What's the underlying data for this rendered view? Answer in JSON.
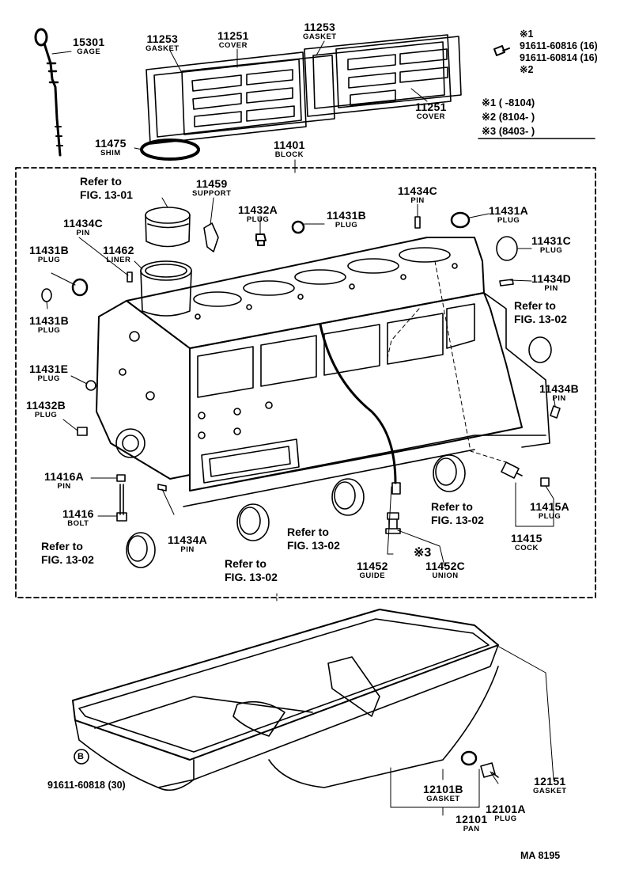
{
  "diagram": {
    "parts": {
      "p15301": {
        "number": "15301",
        "name": "GAGE"
      },
      "p11253a": {
        "number": "11253",
        "name": "GASKET"
      },
      "p11251a": {
        "number": "11251",
        "name": "COVER"
      },
      "p11253b": {
        "number": "11253",
        "name": "GASKET"
      },
      "p11251b": {
        "number": "11251",
        "name": "COVER"
      },
      "p11475": {
        "number": "11475",
        "name": "SHIM"
      },
      "p11401": {
        "number": "11401",
        "name": "BLOCK"
      },
      "p11459": {
        "number": "11459",
        "name": "SUPPORT"
      },
      "p11434c_a": {
        "number": "11434C",
        "name": "PIN"
      },
      "p11432a": {
        "number": "11432A",
        "name": "PLUG"
      },
      "p11431b_a": {
        "number": "11431B",
        "name": "PLUG"
      },
      "p11434c_b": {
        "number": "11434C",
        "name": "PIN"
      },
      "p11431a": {
        "number": "11431A",
        "name": "PLUG"
      },
      "p11462": {
        "number": "11462",
        "name": "LINER"
      },
      "p11431b_b": {
        "number": "11431B",
        "name": "PLUG"
      },
      "p11431c": {
        "number": "11431C",
        "name": "PLUG"
      },
      "p11434d": {
        "number": "11434D",
        "name": "PIN"
      },
      "p11431b_c": {
        "number": "11431B",
        "name": "PLUG"
      },
      "p11431e": {
        "number": "11431E",
        "name": "PLUG"
      },
      "p11434b": {
        "number": "11434B",
        "name": "PIN"
      },
      "p11432b": {
        "number": "11432B",
        "name": "PLUG"
      },
      "p11416a": {
        "number": "11416A",
        "name": "PIN"
      },
      "p11416": {
        "number": "11416",
        "name": "BOLT"
      },
      "p11434a": {
        "number": "11434A",
        "name": "PIN"
      },
      "p11415a": {
        "number": "11415A",
        "name": "PLUG"
      },
      "p11415": {
        "number": "11415",
        "name": "COCK"
      },
      "p11452": {
        "number": "11452",
        "name": "GUIDE"
      },
      "p11452c": {
        "number": "11452C",
        "name": "UNION"
      },
      "p12151": {
        "number": "12151",
        "name": "GASKET"
      },
      "p12101b": {
        "number": "12101B",
        "name": "GASKET"
      },
      "p12101a": {
        "number": "12101A",
        "name": "PLUG"
      },
      "p12101": {
        "number": "12101",
        "name": "PAN"
      }
    },
    "refs": {
      "r1": {
        "line1": "Refer to",
        "line2": "FIG. 13-01"
      },
      "r2": {
        "line1": "Refer to",
        "line2": "FIG. 13-02"
      },
      "r3": {
        "line1": "Refer to",
        "line2": "FIG. 13-02"
      },
      "r4": {
        "line1": "Refer to",
        "line2": "FIG. 13-02"
      },
      "r5": {
        "line1": "Refer to",
        "line2": "FIG. 13-02"
      },
      "r6": {
        "line1": "Refer to",
        "line2": "FIG. 13-02"
      }
    },
    "bolts": {
      "mark1": "※1",
      "bolt1": "91611-60816 (16)",
      "bolt2": "91611-60814 (16)",
      "mark2": "※2",
      "mark3": "※3",
      "pan_bolt_symbol": "B",
      "pan_bolt": "91611-60818 (30)"
    },
    "legend": {
      "row1": "※1 (        -8104)",
      "row2": "※2 (8104-         )",
      "row3": "※3 (8403-         )"
    },
    "code": "MA  8195"
  }
}
